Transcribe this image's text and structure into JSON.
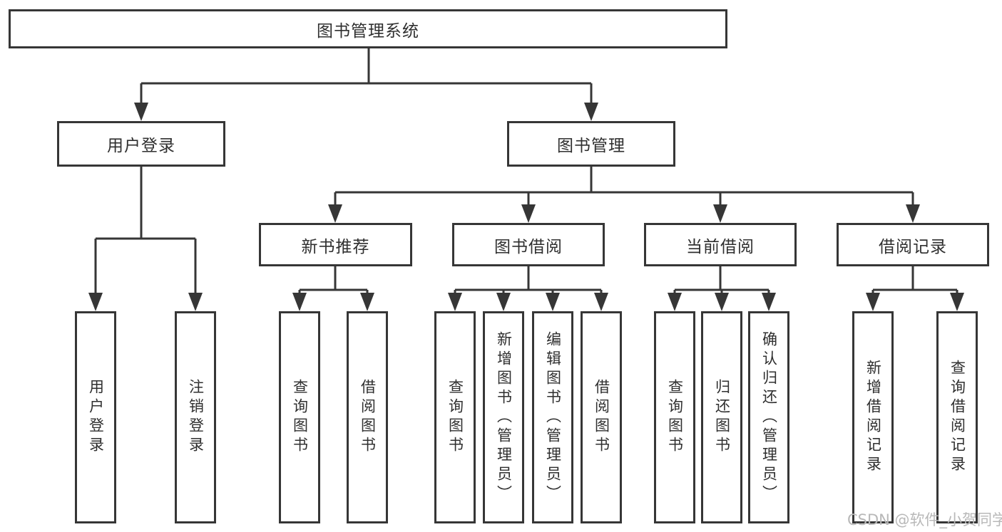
{
  "diagram": {
    "root": "图书管理系统",
    "level2": {
      "user_login": "用户登录",
      "book_mgmt": "图书管理"
    },
    "level3": {
      "new_books": "新书推荐",
      "book_borrow": "图书借阅",
      "current_borrow": "当前借阅",
      "borrow_records": "借阅记录"
    },
    "leaves": {
      "user_login": [
        "用户登录",
        "注销登录"
      ],
      "new_books": [
        "查询图书",
        "借阅图书"
      ],
      "book_borrow": [
        "查询图书",
        "新增图书（管理员）",
        "编辑图书（管理员）",
        "借阅图书"
      ],
      "current_borrow": [
        "查询图书",
        "归还图书",
        "确认归还（管理员）"
      ],
      "borrow_records": [
        "新增借阅记录",
        "查询借阅记录"
      ]
    },
    "colors": {
      "line": "#363636",
      "text": "#2f2f2f",
      "box_bg": "#ffffff",
      "watermark": "#b8b8b8"
    },
    "watermark": "CSDN @软件_小贺同学"
  }
}
